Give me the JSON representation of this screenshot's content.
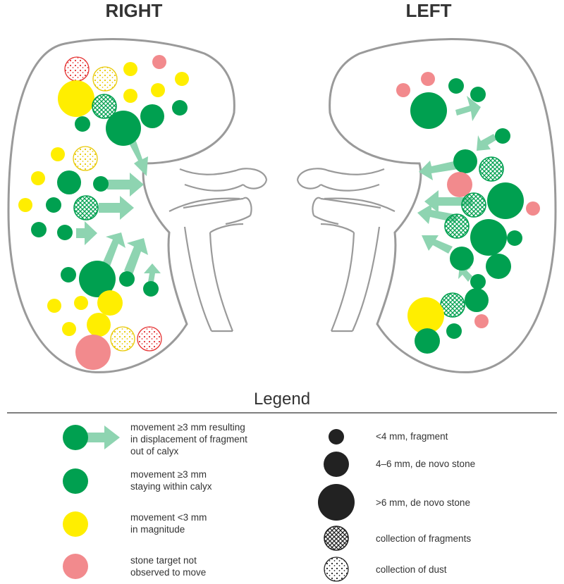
{
  "labels": {
    "right": "RIGHT",
    "left": "LEFT"
  },
  "legend": {
    "title": "Legend",
    "items_left": [
      {
        "lines": [
          "movement ≥3 mm resulting",
          "in displacement of fragment",
          "out of calyx"
        ]
      },
      {
        "lines": [
          "movement ≥3 mm",
          "staying within calyx"
        ]
      },
      {
        "lines": [
          "movement <3 mm",
          "in magnitude"
        ]
      },
      {
        "lines": [
          "stone target not",
          "observed to move"
        ]
      }
    ],
    "items_right": [
      {
        "lines": [
          "<4 mm, fragment"
        ]
      },
      {
        "lines": [
          "4–6 mm, de novo stone"
        ]
      },
      {
        "lines": [
          ">6 mm, de novo stone"
        ]
      },
      {
        "lines": [
          "collection of fragments"
        ]
      },
      {
        "lines": [
          "collection of dust"
        ]
      }
    ]
  },
  "colors": {
    "green": "#00A050",
    "yellow": "#FFEE00",
    "pink": "#F28A8D",
    "arrow": "#8ED4B1",
    "outline": "#9A9A9A",
    "dust_red": "#E53030",
    "dark": "#222222"
  }
}
